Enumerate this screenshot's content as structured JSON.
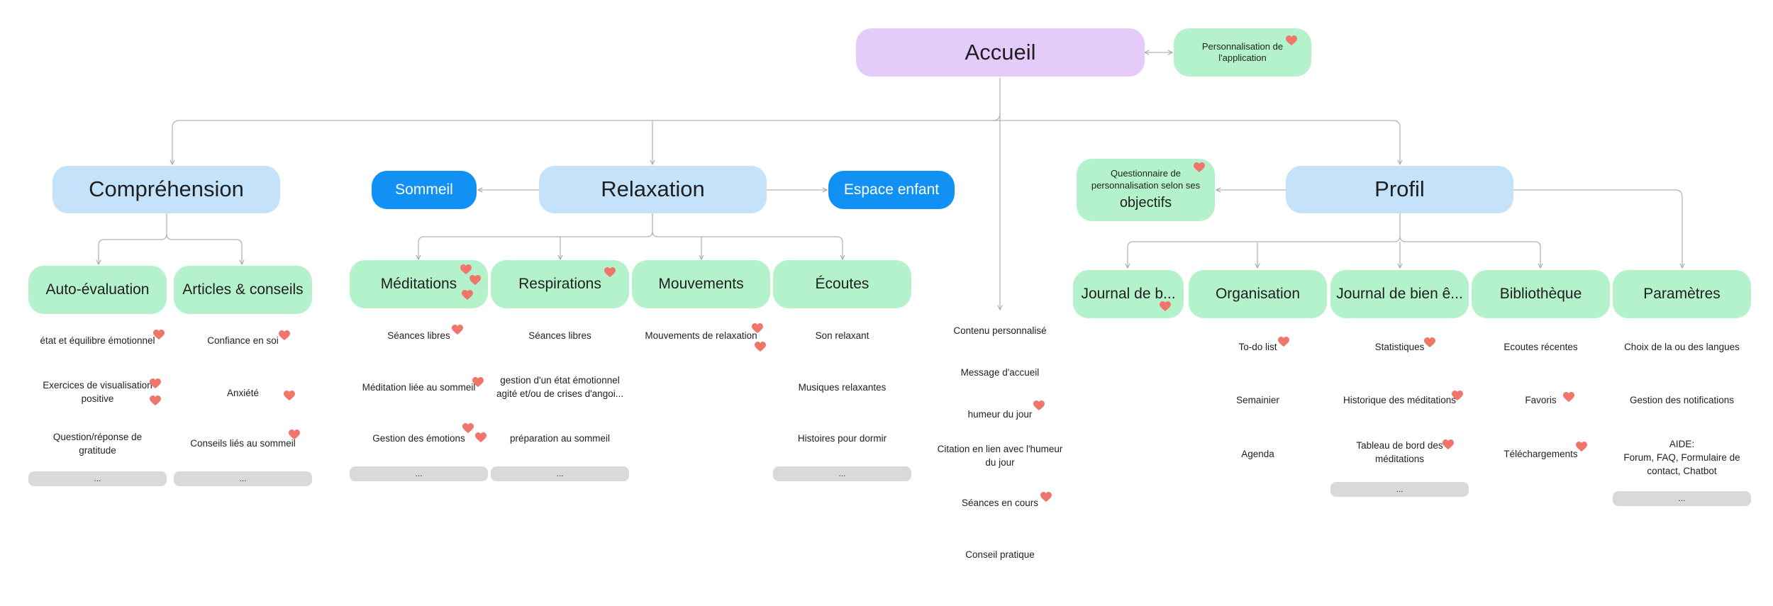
{
  "root": {
    "label": "Accueil"
  },
  "personalisation": {
    "label": "Personnalisation de l'application"
  },
  "sections": {
    "comprehension": {
      "label": "Compréhension"
    },
    "relaxation": {
      "label": "Relaxation"
    },
    "profil": {
      "label": "Profil"
    }
  },
  "sommeil": {
    "label": "Sommeil"
  },
  "espace_enfant": {
    "label": "Espace enfant"
  },
  "questionnaire": {
    "line1": "Questionnaire de personnalisation selon ses",
    "line2": "objectifs"
  },
  "comprehension_children": [
    {
      "label": "Auto-évaluation",
      "items": [
        "état et équilibre émotionnel",
        "Exercices de visualisation positive",
        "Question/réponse de gratitude"
      ],
      "more": "..."
    },
    {
      "label": "Articles & conseils",
      "items": [
        "Confiance en soi",
        "Anxiété",
        "Conseils liés au sommeil"
      ],
      "more": "..."
    }
  ],
  "relaxation_children": [
    {
      "label": "Méditations",
      "items": [
        "Séances libres",
        "Méditation liée au sommeil",
        "Gestion des émotions"
      ],
      "more": "..."
    },
    {
      "label": "Respirations",
      "items": [
        "Séances libres",
        "gestion d'un état émotionnel agité et/ou de crises d'angoi...",
        "préparation au sommeil"
      ],
      "more": "..."
    },
    {
      "label": "Mouvements",
      "items": [
        "Mouvements de relaxation"
      ]
    },
    {
      "label": "Écoutes",
      "items": [
        "Son relaxant",
        "Musiques relaxantes",
        "Histoires pour dormir"
      ],
      "more": "..."
    }
  ],
  "accueil_content": [
    "Contenu personnalisé",
    "Message d'accueil",
    "humeur du jour",
    "Citation en lien avec l'humeur du jour",
    "Séances en cours",
    "Conseil pratique"
  ],
  "profil_children": [
    {
      "label": "Journal de b...",
      "items": []
    },
    {
      "label": "Organisation",
      "items": [
        "To-do list",
        "Semainier",
        "Agenda"
      ]
    },
    {
      "label": "Journal de bien ê...",
      "items": [
        "Statistiques",
        "Historique des méditations",
        "Tableau de bord des méditations"
      ],
      "more": "..."
    },
    {
      "label": "Bibliothèque",
      "items": [
        "Ecoutes récentes",
        "Favoris",
        "Téléchargements"
      ]
    },
    {
      "label": "Paramètres",
      "items": [
        "Choix de la ou des langues",
        "Gestion des notifications"
      ],
      "aide_title": "AIDE:",
      "aide_body": "Forum, FAQ, Formulaire de contact, Chatbot",
      "more": "..."
    }
  ],
  "colors": {
    "purple": "#e5cbfa",
    "blue": "#c4e3fb",
    "dark_blue": "#1191f4",
    "green": "#b3f2cb",
    "gray": "#d9d9d9",
    "heart": "#f0766b",
    "line": "#b5b5b5"
  },
  "icons": {
    "favorite": "heart-icon"
  }
}
